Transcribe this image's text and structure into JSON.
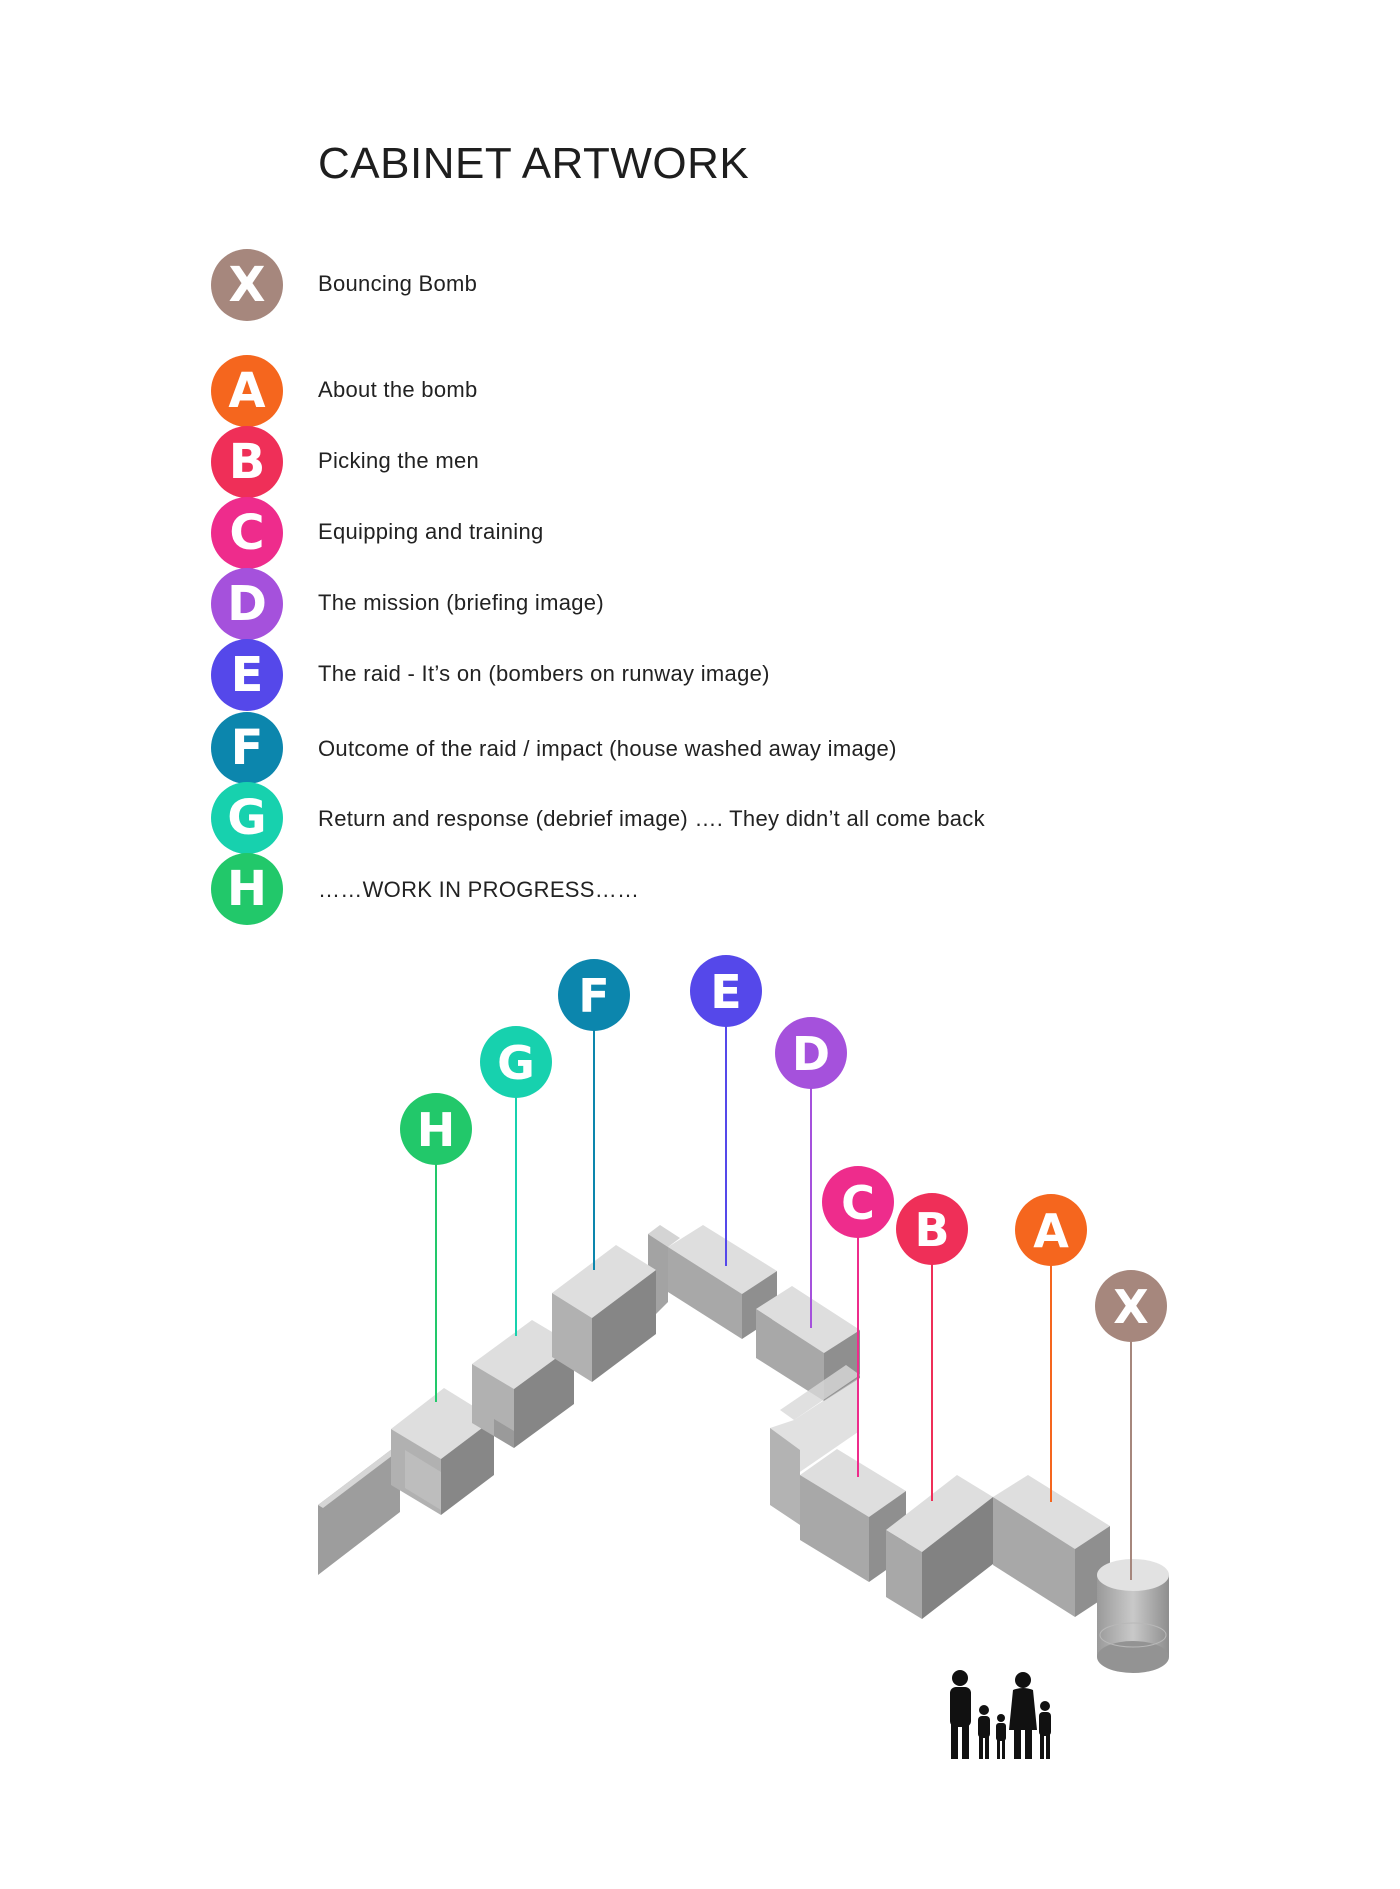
{
  "title": "CABINET ARTWORK",
  "legend": [
    {
      "letter": "X",
      "label": "Bouncing Bomb",
      "color": "#a6877d"
    },
    {
      "letter": "A",
      "label": "About the bomb",
      "color": "#f5661e"
    },
    {
      "letter": "B",
      "label": "Picking the men",
      "color": "#ef2f58"
    },
    {
      "letter": "C",
      "label": "Equipping and training",
      "color": "#ee2c8c"
    },
    {
      "letter": "D",
      "label": "The mission (briefing image)",
      "color": "#a551dc"
    },
    {
      "letter": "E",
      "label": "The raid - It’s on (bombers on runway image)",
      "color": "#5548ea"
    },
    {
      "letter": "F",
      "label": "Outcome of the raid / impact (house washed away image)",
      "color": "#0c86ad"
    },
    {
      "letter": "G",
      "label": "Return and response (debrief image) …. They didn’t all come back",
      "color": "#17d1ae"
    },
    {
      "letter": "H",
      "label": "……WORK IN PROGRESS……",
      "color": "#22c86a"
    }
  ],
  "markers": {
    "H": "H",
    "G": "G",
    "F": "F",
    "E": "E",
    "D": "D",
    "C": "C",
    "B": "B",
    "A": "A",
    "X": "X"
  }
}
